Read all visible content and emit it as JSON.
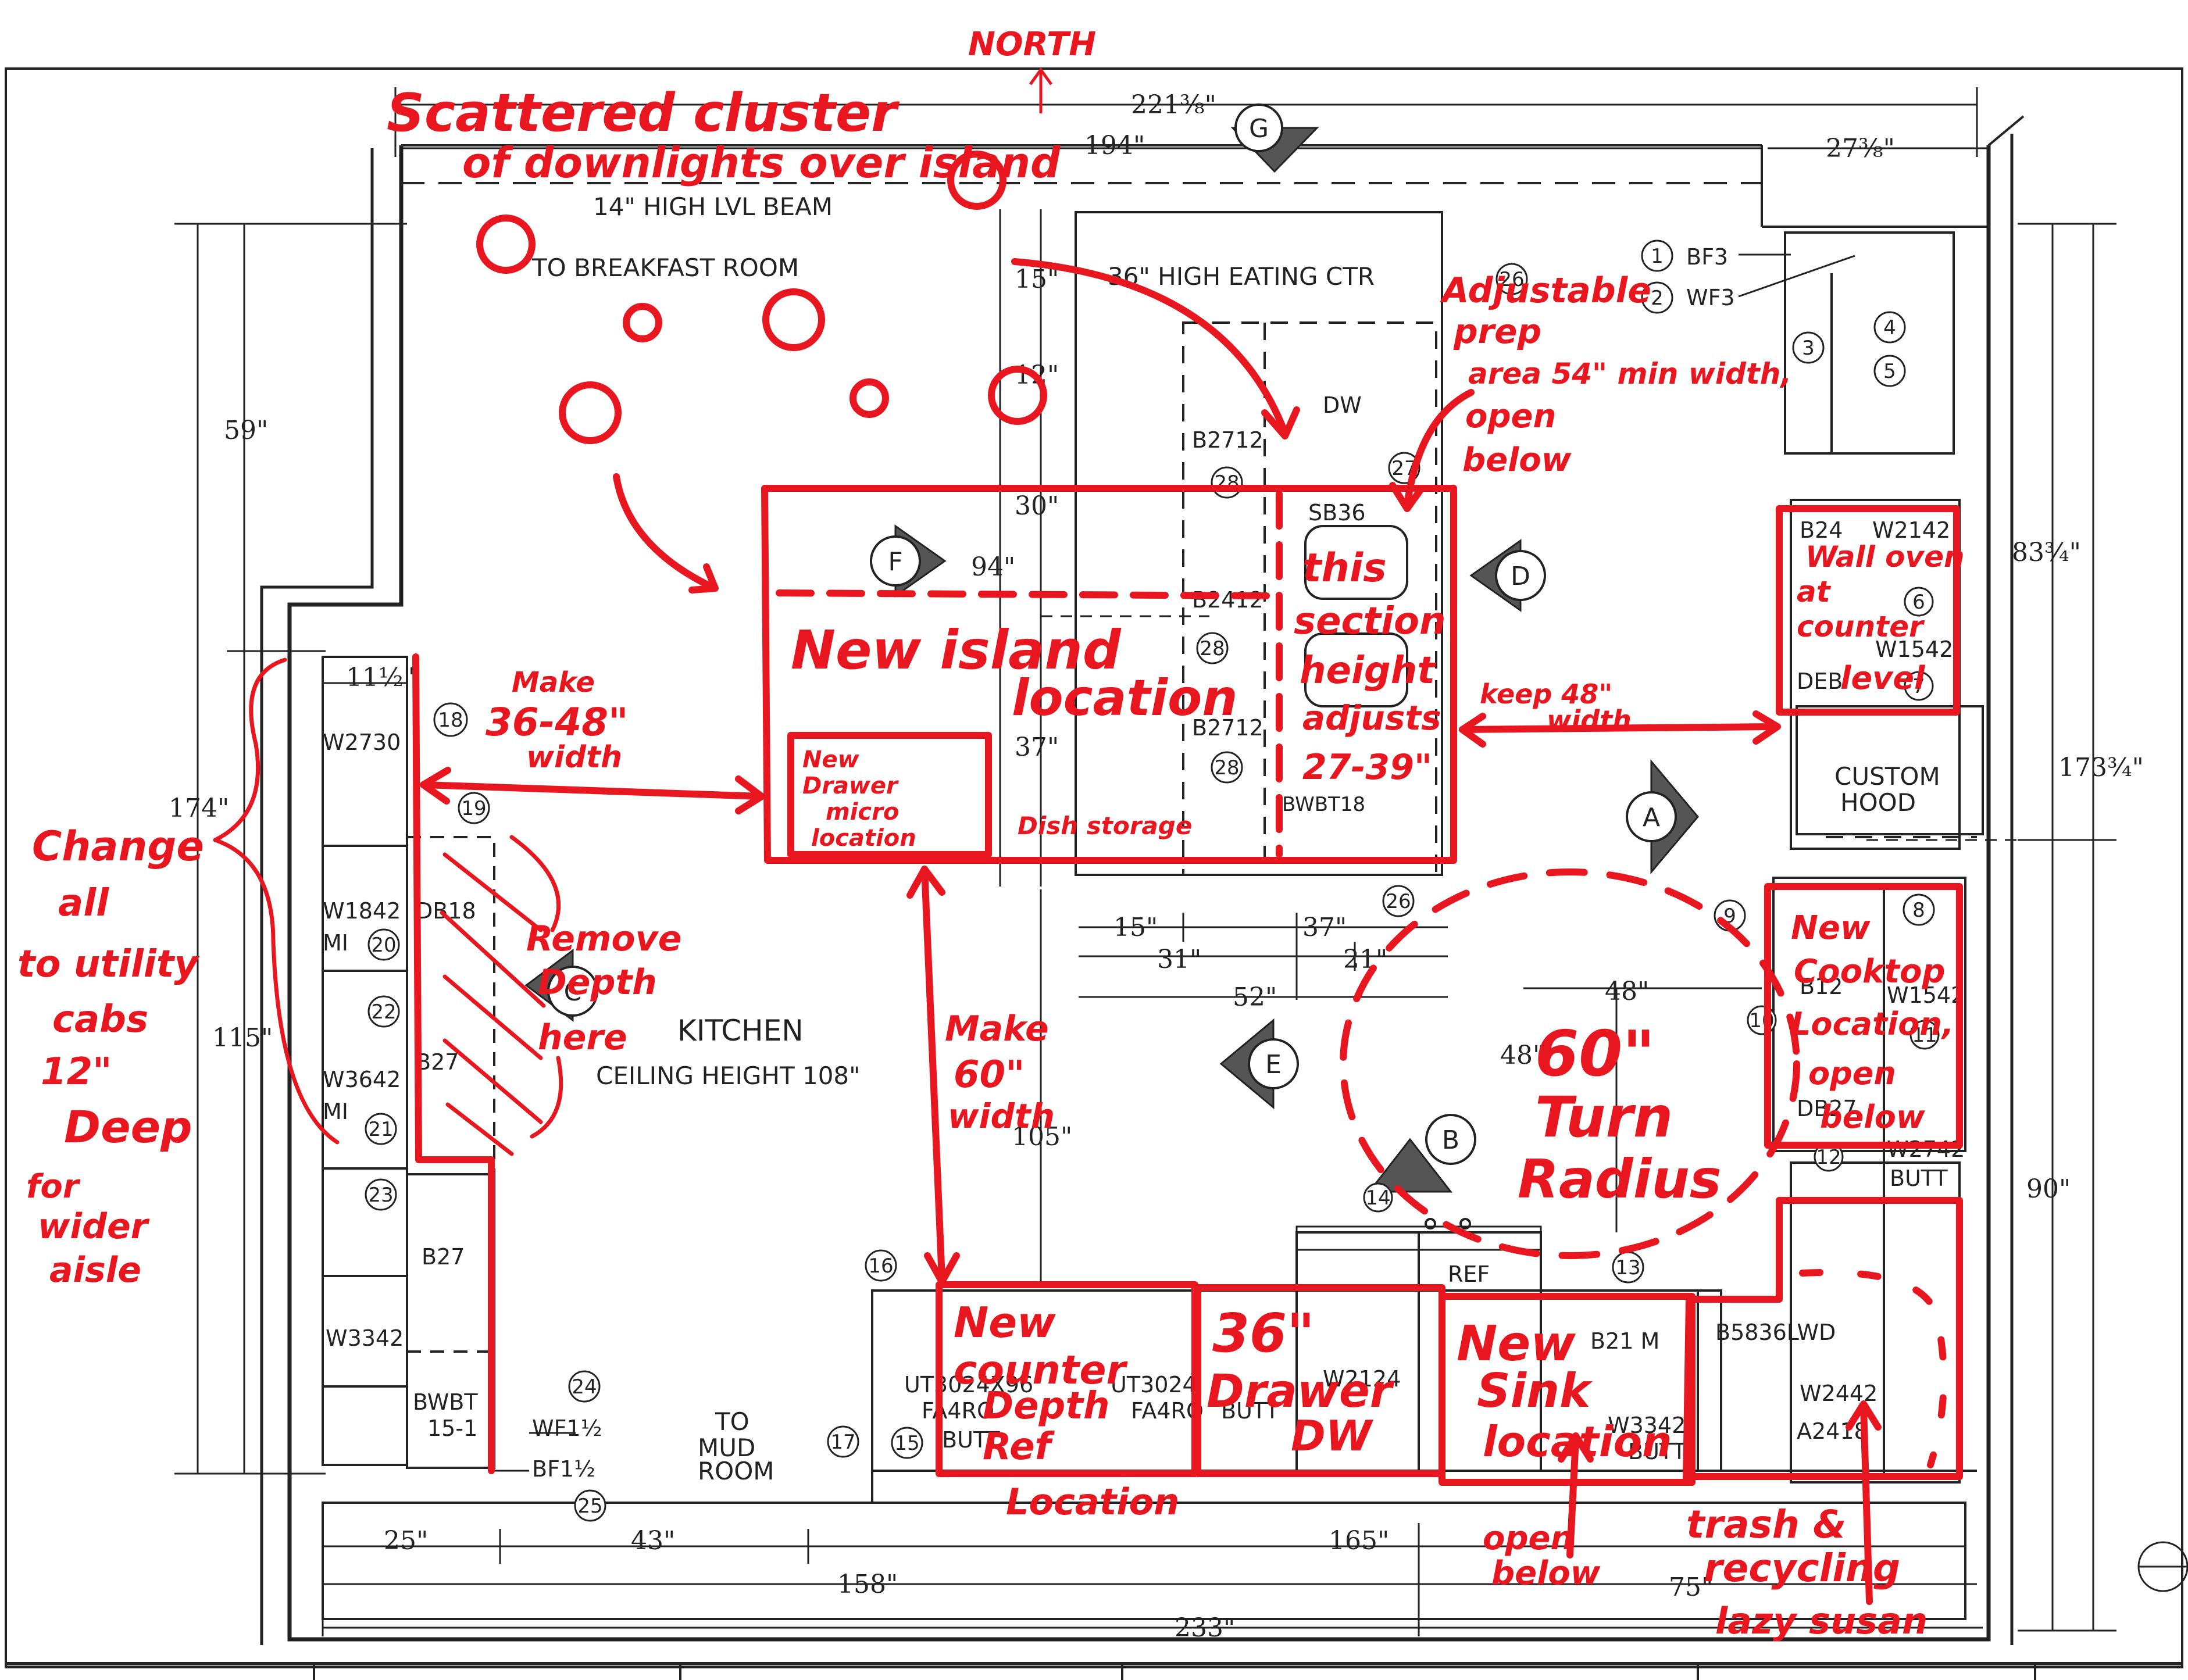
{
  "compass": {
    "label": "NORTH"
  },
  "dimensions": {
    "top_overall": "221⅜\"",
    "top_inner": "194\"",
    "top_right": "27⅜\"",
    "left_upper": "59\"",
    "left_total": "174\"",
    "left_lower": "115\"",
    "left_small": "11½\"",
    "right_upper": "83¾\"",
    "right_total": "173¾\"",
    "right_lower": "90\"",
    "island_15": "15\"",
    "island_12": "12\"",
    "island_30": "30\"",
    "island_94": "94\"",
    "island_37": "37\"",
    "aisle_15": "15\"",
    "aisle_37": "37\"",
    "aisle_31": "31\"",
    "aisle_21": "21\"",
    "aisle_52": "52\"",
    "aisle_48a": "48\"",
    "aisle_48b": "48\"",
    "aisle_105": "105\"",
    "bottom_25": "25\"",
    "bottom_43": "43\"",
    "bottom_165": "165\"",
    "bottom_158": "158\"",
    "bottom_75": "75\"",
    "bottom_233": "233\""
  },
  "room_labels": {
    "beam": "14\" HIGH LVL BEAM",
    "breakfast": "TO BREAKFAST ROOM",
    "eating_ctr": "36\" HIGH EATING CTR",
    "kitchen": "KITCHEN",
    "ceiling": "CEILING HEIGHT 108\"",
    "mudroom_1": "TO",
    "mudroom_2": "MUD",
    "mudroom_3": "ROOM",
    "custom_hood_1": "CUSTOM",
    "custom_hood_2": "HOOD"
  },
  "cabinet_labels": {
    "dw": "DW",
    "b2712a": "B2712",
    "b2412": "B2412",
    "b2712b": "B2712",
    "sb36": "SB36",
    "bwbt": "BWBT18",
    "w2730": "W2730",
    "w1842": "W1842",
    "mi_a": "MI",
    "db18": "DB18",
    "b27a": "B27",
    "w3642": "W3642",
    "mi_b": "MI",
    "b27b": "B27",
    "w3342": "W3342",
    "bwbt15_1": "BWBT",
    "bwbt15_2": "15-1",
    "wf": "WF1½",
    "bf": "BF1½",
    "ut3024a": "UT3024X96",
    "fa4ro_a": "FA4RO",
    "butt_a": "BUTT",
    "ut3024b": "UT3024",
    "fa4ro_b": "FA4RO",
    "butt_b": "BUTT",
    "ref": "REF",
    "b21m": "B21 M",
    "w2124": "W2124",
    "w3342b": "W3342",
    "butt_c": "BUTT",
    "b5836": "B5836LWD",
    "w2442": "W2442",
    "a2418": "A2418",
    "b24": "B24",
    "w2142": "W2142",
    "w1542": "W1542",
    "deb": "DEB",
    "b12": "B12",
    "w1542b": "W1542",
    "db27": "DB27",
    "w2742": "W2742",
    "butt_d": "BUTT",
    "bf3": "BF3",
    "wf3": "WF3"
  },
  "markers": [
    "G",
    "F",
    "D",
    "A",
    "C",
    "E",
    "B"
  ],
  "numbers": {
    "n1": "1",
    "n2": "2",
    "n3": "3",
    "n4": "4",
    "n5": "5",
    "n6": "6",
    "n7": "7",
    "n8": "8",
    "n9": "9",
    "n10": "10",
    "n11": "11",
    "n12": "12",
    "n13": "13",
    "n14": "14",
    "n15": "15",
    "n16": "16",
    "n17": "17",
    "n18": "18",
    "n19": "19",
    "n20": "20",
    "n21": "21",
    "n22": "22",
    "n23": "23",
    "n24": "24",
    "n25": "25",
    "n26a": "26",
    "n26b": "26",
    "n27": "27",
    "n28a": "28",
    "n28b": "28",
    "n28c": "28"
  },
  "annotations": {
    "downlights_1": "Scattered cluster",
    "downlights_2": "of downlights over island",
    "prep_1": "Adjustable",
    "prep_2": "prep",
    "prep_3": "area 54\" min width,",
    "prep_4": "open",
    "prep_5": "below",
    "island_1": "New island",
    "island_2": "location",
    "section_1": "this",
    "section_2": "section",
    "section_3": "height",
    "section_4": "adjusts",
    "section_5": "27-39\"",
    "drawer_1": "New",
    "drawer_2": "Drawer",
    "drawer_3": "micro",
    "drawer_4": "location",
    "dish": "Dish storage",
    "make36_1": "Make",
    "make36_2": "36-48\"",
    "make36_3": "width",
    "keep_1": "keep 48\"",
    "keep_2": "width",
    "remove_1": "Remove",
    "remove_2": "Depth",
    "remove_3": "here",
    "change_1": "Change",
    "change_2": "all",
    "change_3": "to utility",
    "change_4": "cabs",
    "change_5": "12\"",
    "change_6": "Deep",
    "change_7": "for",
    "change_8": "wider",
    "change_9": "aisle",
    "wall_1": "Wall oven",
    "wall_2": "at",
    "wall_3": "counter",
    "wall_4": "level",
    "turn_1": "60\"",
    "turn_2": "Turn",
    "turn_3": "Radius",
    "make60_1": "Make",
    "make60_2": "60\"",
    "make60_3": "width",
    "cooktop_1": "New",
    "cooktop_2": "Cooktop",
    "cooktop_3": "Location,",
    "cooktop_4": "open",
    "cooktop_5": "below",
    "ctr_1": "New",
    "ctr_2": "counter",
    "ctr_3": "Depth",
    "ctr_4": "Ref",
    "ctr_5": "Location",
    "dw_1": "36\"",
    "dw_2": "Drawer",
    "dw_3": "DW",
    "sink_1": "New",
    "sink_2": "Sink",
    "sink_3": "location",
    "open_1": "open",
    "open_2": "below",
    "trash_1": "trash &",
    "trash_2": "recycling",
    "trash_3": "lazy susan"
  },
  "colors": {
    "ink": "#222222",
    "markup": "#e8161e",
    "paper": "#ffffff"
  }
}
